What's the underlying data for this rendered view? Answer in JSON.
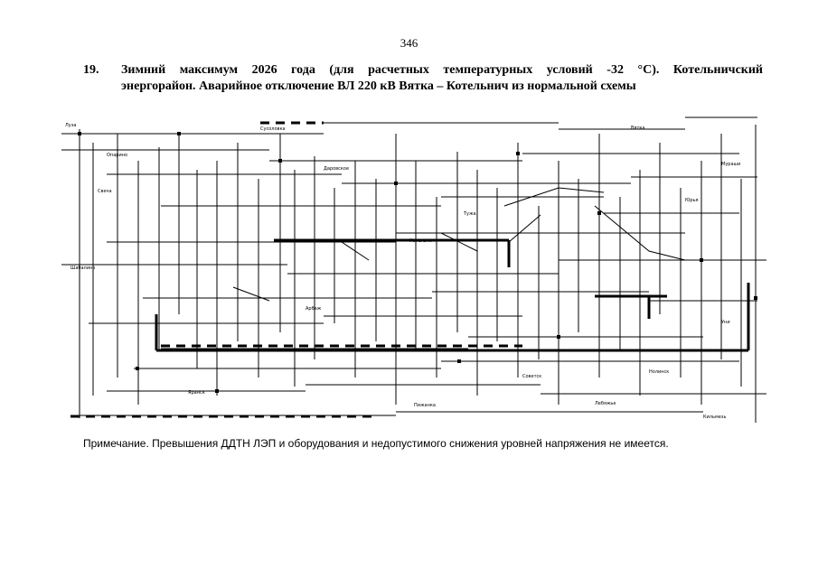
{
  "page_number": "346",
  "heading": {
    "number": "19.",
    "line1": "Зимний максимум 2026 года (для расчетных температурных условий -32 °С). Котельничский",
    "line2": "энергорайон. Аварийное отключение ВЛ 220 кВ Вятка – Котельнич из нормальной схемы"
  },
  "note": "Примечание. Превышения ДДТН ЛЭП и оборудования и недопустимого снижения уровней напряжения не имеется.",
  "scheme": {
    "substation_labels": [
      "Вятка",
      "Котельнич",
      "Сусоловка",
      "Луза",
      "Тужа",
      "Яранск",
      "Советск",
      "Опарино",
      "Мураши",
      "Юрья",
      "Даровское",
      "Свеча",
      "Шабалино",
      "Арбаж",
      "Пижанка",
      "Лебяжье",
      "Нолинск",
      "Кильмезь",
      "Уни"
    ],
    "line_color": "#000000"
  }
}
